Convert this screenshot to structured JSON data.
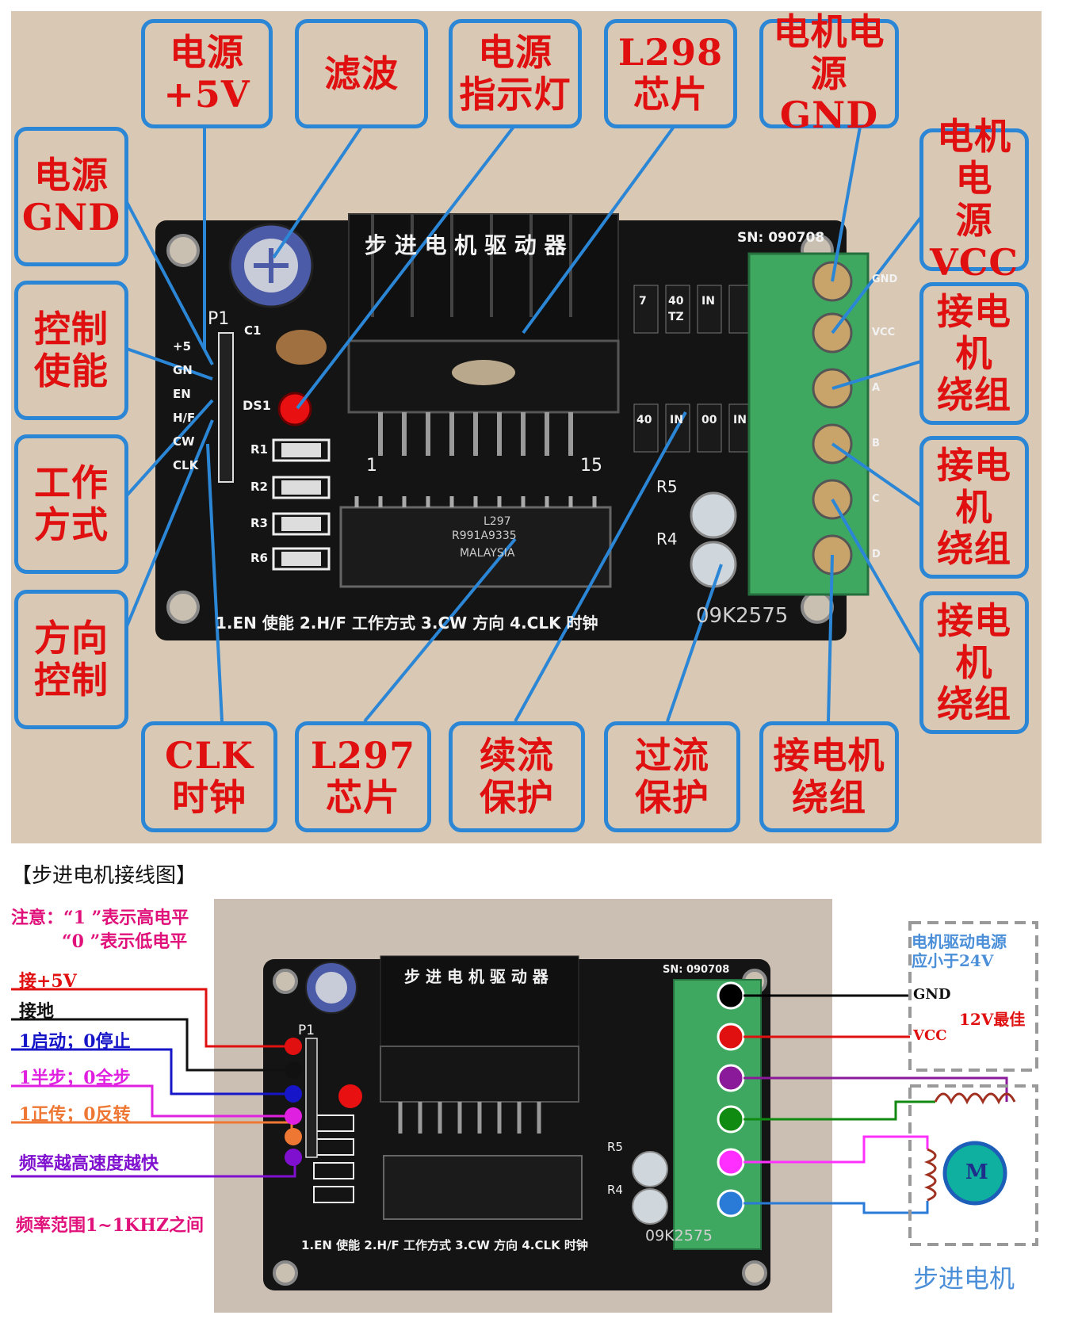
{
  "colors": {
    "callout_border": "#2b86d6",
    "callout_text": "#e01010",
    "panel_bg": "#d9c8b4",
    "pcb": "#141414",
    "terminal_green": "#3fa860",
    "note_pink": "#e0117a",
    "red": "#e01010",
    "blue": "#1616c8",
    "magenta": "#e020e0",
    "orange": "#ee7733",
    "purple": "#8010d0",
    "dashed_box": "#999999",
    "stepper_title": "#4a8fd8"
  },
  "callouts": {
    "power_5v": [
      "电源",
      "+5V"
    ],
    "filter": [
      "滤波"
    ],
    "power_led": [
      "电源",
      "指示灯"
    ],
    "l298": [
      "L298",
      "芯片"
    ],
    "motor_gnd": [
      "电机电",
      "源GND"
    ],
    "power_gnd": [
      "电源",
      "GND"
    ],
    "motor_vcc": [
      "电机电",
      "源VCC"
    ],
    "control_enable": [
      "控制",
      "使能"
    ],
    "winding_1": [
      "接电机",
      "绕组"
    ],
    "work_mode": [
      "工作",
      "方式"
    ],
    "winding_2": [
      "接电机",
      "绕组"
    ],
    "direction": [
      "方向",
      "控制"
    ],
    "winding_3": [
      "接电机",
      "绕组"
    ],
    "clk": [
      "CLK",
      "时钟"
    ],
    "l297": [
      "L297",
      "芯片"
    ],
    "freewheel": [
      "续流",
      "保护"
    ],
    "overcurrent": [
      "过流",
      "保护"
    ],
    "winding_4": [
      "接电机",
      "绕组"
    ]
  },
  "board": {
    "title": "步 进 电 机 驱 动 器",
    "serial": "SN: 090708",
    "connector": "P1",
    "pins": [
      "+5",
      "GN",
      "EN",
      "H/F",
      "CW",
      "CLK"
    ],
    "parts": [
      "C1",
      "DS1",
      "R1",
      "R2",
      "R3",
      "R6",
      "R5",
      "R4"
    ],
    "chip_l297": "L297",
    "chip_l297_code": "R991A9335",
    "chip_l297_origin": "MALAYSIA",
    "pin_1": "1",
    "pin_15": "15",
    "bottom_text": "1.EN 使能  2.H/F 工作方式  3.CW 方向  4.CLK 时钟",
    "batch": "09K2575",
    "terminal_labels": [
      "GND",
      "VCC",
      "A",
      "B",
      "C",
      "D"
    ],
    "diode_top": [
      "7",
      "40",
      "TZ",
      "IN"
    ],
    "diode_bottom": [
      "40",
      "IN",
      "00",
      "IN"
    ]
  },
  "section_title": "【步进电机接线图】",
  "wiring": {
    "note_line1": "注意：“1 ”表示高电平",
    "note_line2": "“0 ”表示低电平",
    "labels": [
      {
        "text": "接+5V",
        "color": "#e01010"
      },
      {
        "text": "接地",
        "color": "#111111"
      },
      {
        "text": "1启动；0停止",
        "color": "#1616c8"
      },
      {
        "text": "1半步；0全步",
        "color": "#e020e0"
      },
      {
        "text": "1正传；0反转",
        "color": "#ee7733"
      },
      {
        "text": "频率越高速度越快",
        "color": "#8010d0"
      }
    ],
    "freq_range": "频率范围1~1KHZ之间",
    "power_note_line1": "电机驱动电源",
    "power_note_line2": "应小于24V",
    "gnd_label": "GND",
    "vcc_label": "VCC",
    "best_voltage": "12V最佳",
    "motor_label": "M",
    "stepper_title": "步进电机"
  }
}
